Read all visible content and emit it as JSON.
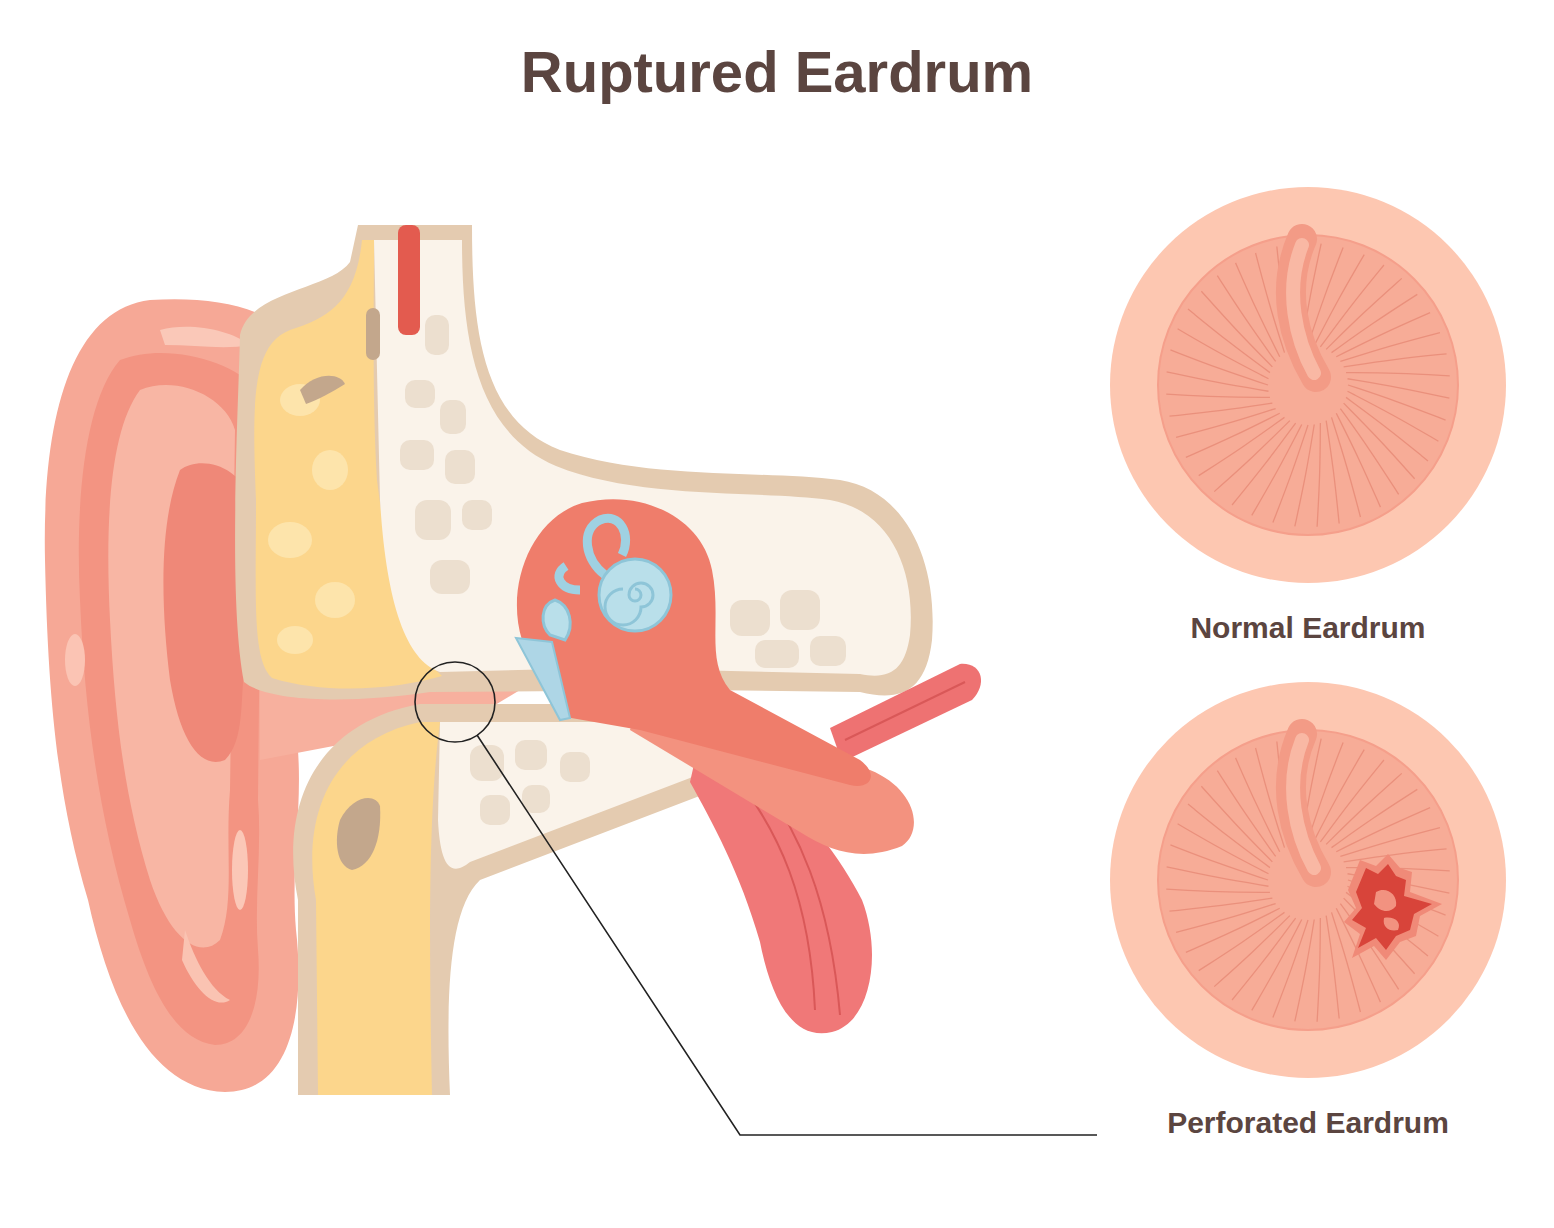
{
  "diagram": {
    "title": "Ruptured Eardrum",
    "nodes": [
      {
        "text": [
          "Normal Eardrum"
        ]
      },
      {
        "text": [
          "Perforated Eardrum"
        ]
      }
    ]
  }
}
